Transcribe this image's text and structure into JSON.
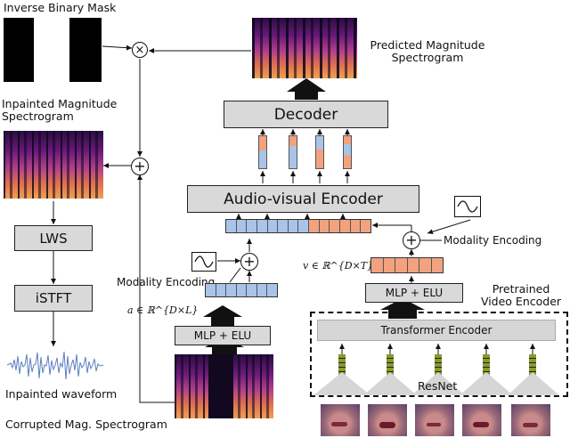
{
  "labels": {
    "inverse_binary_mask": "Inverse Binary Mask",
    "predicted_spec": "Predicted Magnitude\nSpectrogram",
    "inpainted_spec": "Inpainted Magnitude\nSpectrogram",
    "decoder": "Decoder",
    "av_encoder": "Audio-visual Encoder",
    "lws": "LWS",
    "istft": "iSTFT",
    "modality_encoding_left": "Modality Encoding",
    "modality_encoding_right": "Modality Encoding",
    "mlp_left": "MLP + ELU",
    "mlp_right": "MLP + ELU",
    "pretrained_video_encoder": "Pretrained\nVideo Encoder",
    "transformer_encoder": "Transformer Encoder",
    "resnet": "ResNet",
    "inpainted_waveform": "Inpainted waveform",
    "corrupted_spec": "Corrupted Mag. Spectrogram",
    "audio_math": "a ∈ ℝ^{D×L}",
    "video_math": "v ∈ ℝ^{D×T}"
  },
  "colors": {
    "audio_token": "#a9c4e8",
    "video_token": "#f2a27e",
    "box_fill": "#d9d9d9",
    "spec_dark": "#150a2a",
    "spec_mid": "#8a2a8a",
    "spec_hot": "#f0a050",
    "resnet_fill": "#d6d6d6",
    "feature_green": "#8a9a2a"
  },
  "icons": {
    "multiply": "circled-times-icon",
    "add": "circled-plus-icon",
    "sinusoid": "sine-wave-icon",
    "arrow": "block-arrow-icon"
  }
}
